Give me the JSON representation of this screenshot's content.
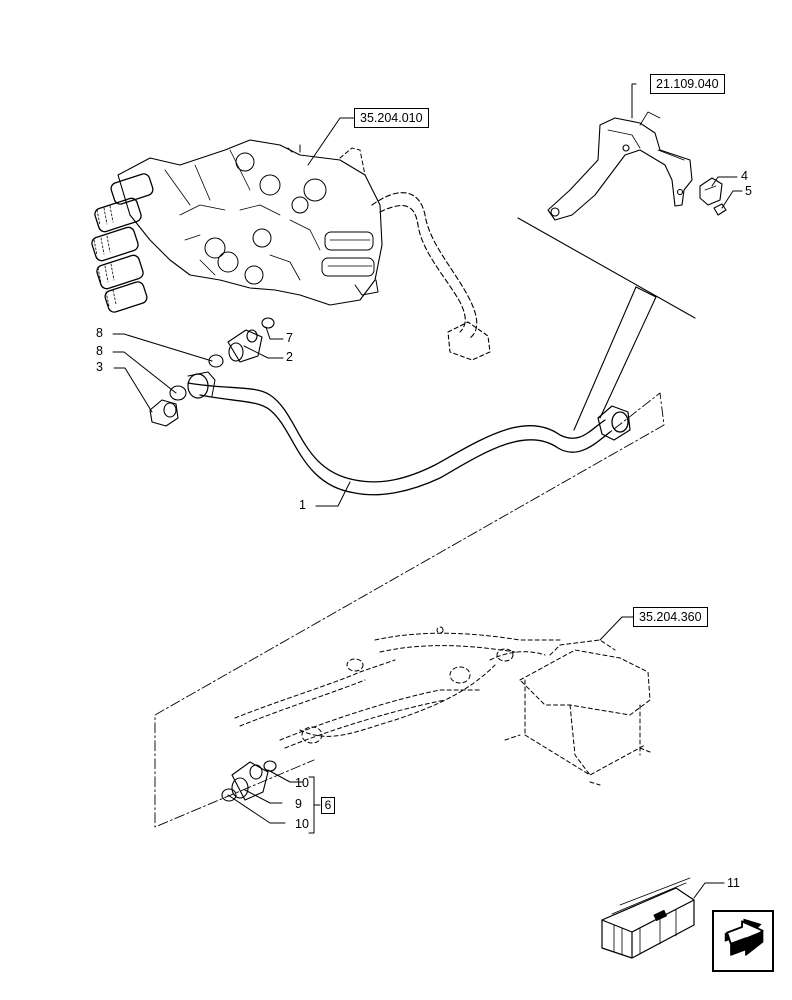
{
  "references": {
    "top_valve": "35.204.010",
    "bracket": "21.109.040",
    "bottom_valve": "35.204.360"
  },
  "callouts": {
    "c1": "1",
    "c2": "2",
    "c3": "3",
    "c4": "4",
    "c5": "5",
    "c7": "7",
    "c8a": "8",
    "c8b": "8",
    "c9": "9",
    "c10a": "10",
    "c10b": "10",
    "c11": "11"
  },
  "kit_label": "6",
  "nav_icon": "next-page-arrow-icon"
}
